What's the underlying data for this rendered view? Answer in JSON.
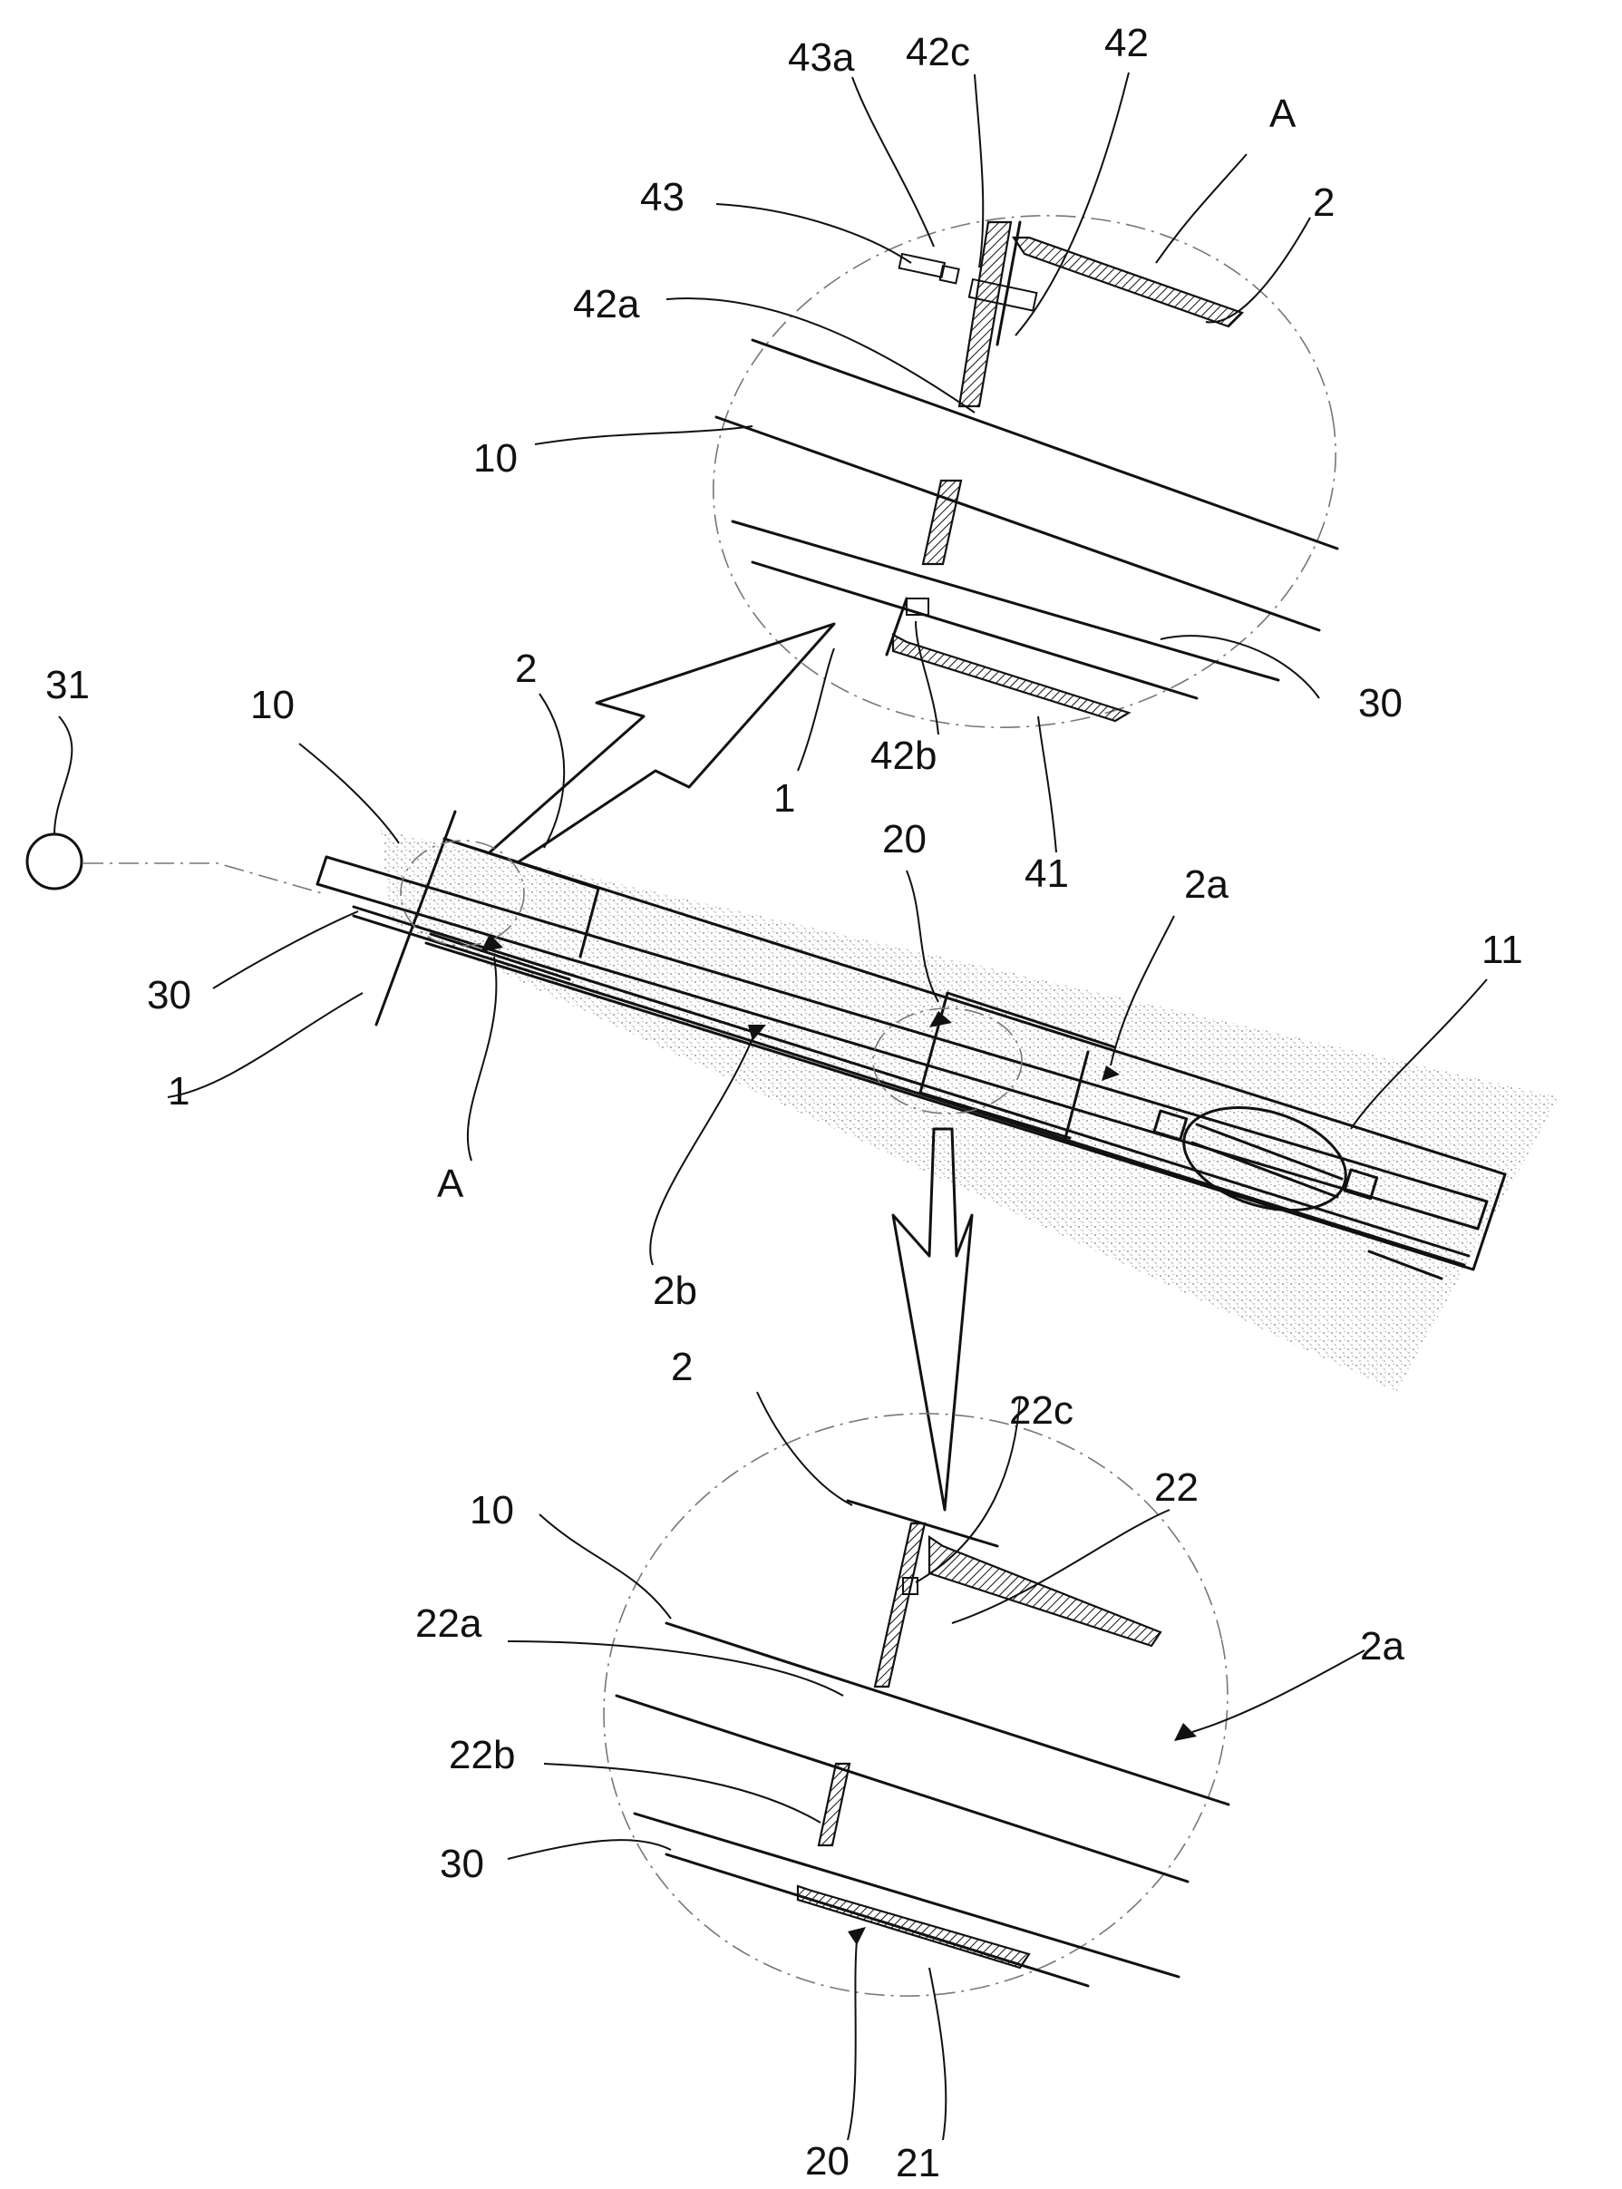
{
  "labels": {
    "l_43a": "43a",
    "l_42c": "42c",
    "l_42_top": "42",
    "l_A_top": "A",
    "l_2_top": "2",
    "l_43": "43",
    "l_42a": "42a",
    "l_10_top": "10",
    "l_30_top": "30",
    "l_1_top": "1",
    "l_42b": "42b",
    "l_41": "41",
    "l_31": "31",
    "l_10_main": "10",
    "l_2_main": "2",
    "l_20_main": "20",
    "l_2a_main": "2a",
    "l_11": "11",
    "l_30_main": "30",
    "l_1_main": "1",
    "l_A_main": "A",
    "l_2b": "2b",
    "l_2_bot": "2",
    "l_22c": "22c",
    "l_22": "22",
    "l_10_bot": "10",
    "l_2a_bot": "2a",
    "l_22a": "22a",
    "l_22b": "22b",
    "l_30_bot": "30",
    "l_20_bot": "20",
    "l_21": "21"
  },
  "colors": {
    "line": "#111111",
    "ground": "#bdbdbd",
    "background": "#ffffff"
  }
}
